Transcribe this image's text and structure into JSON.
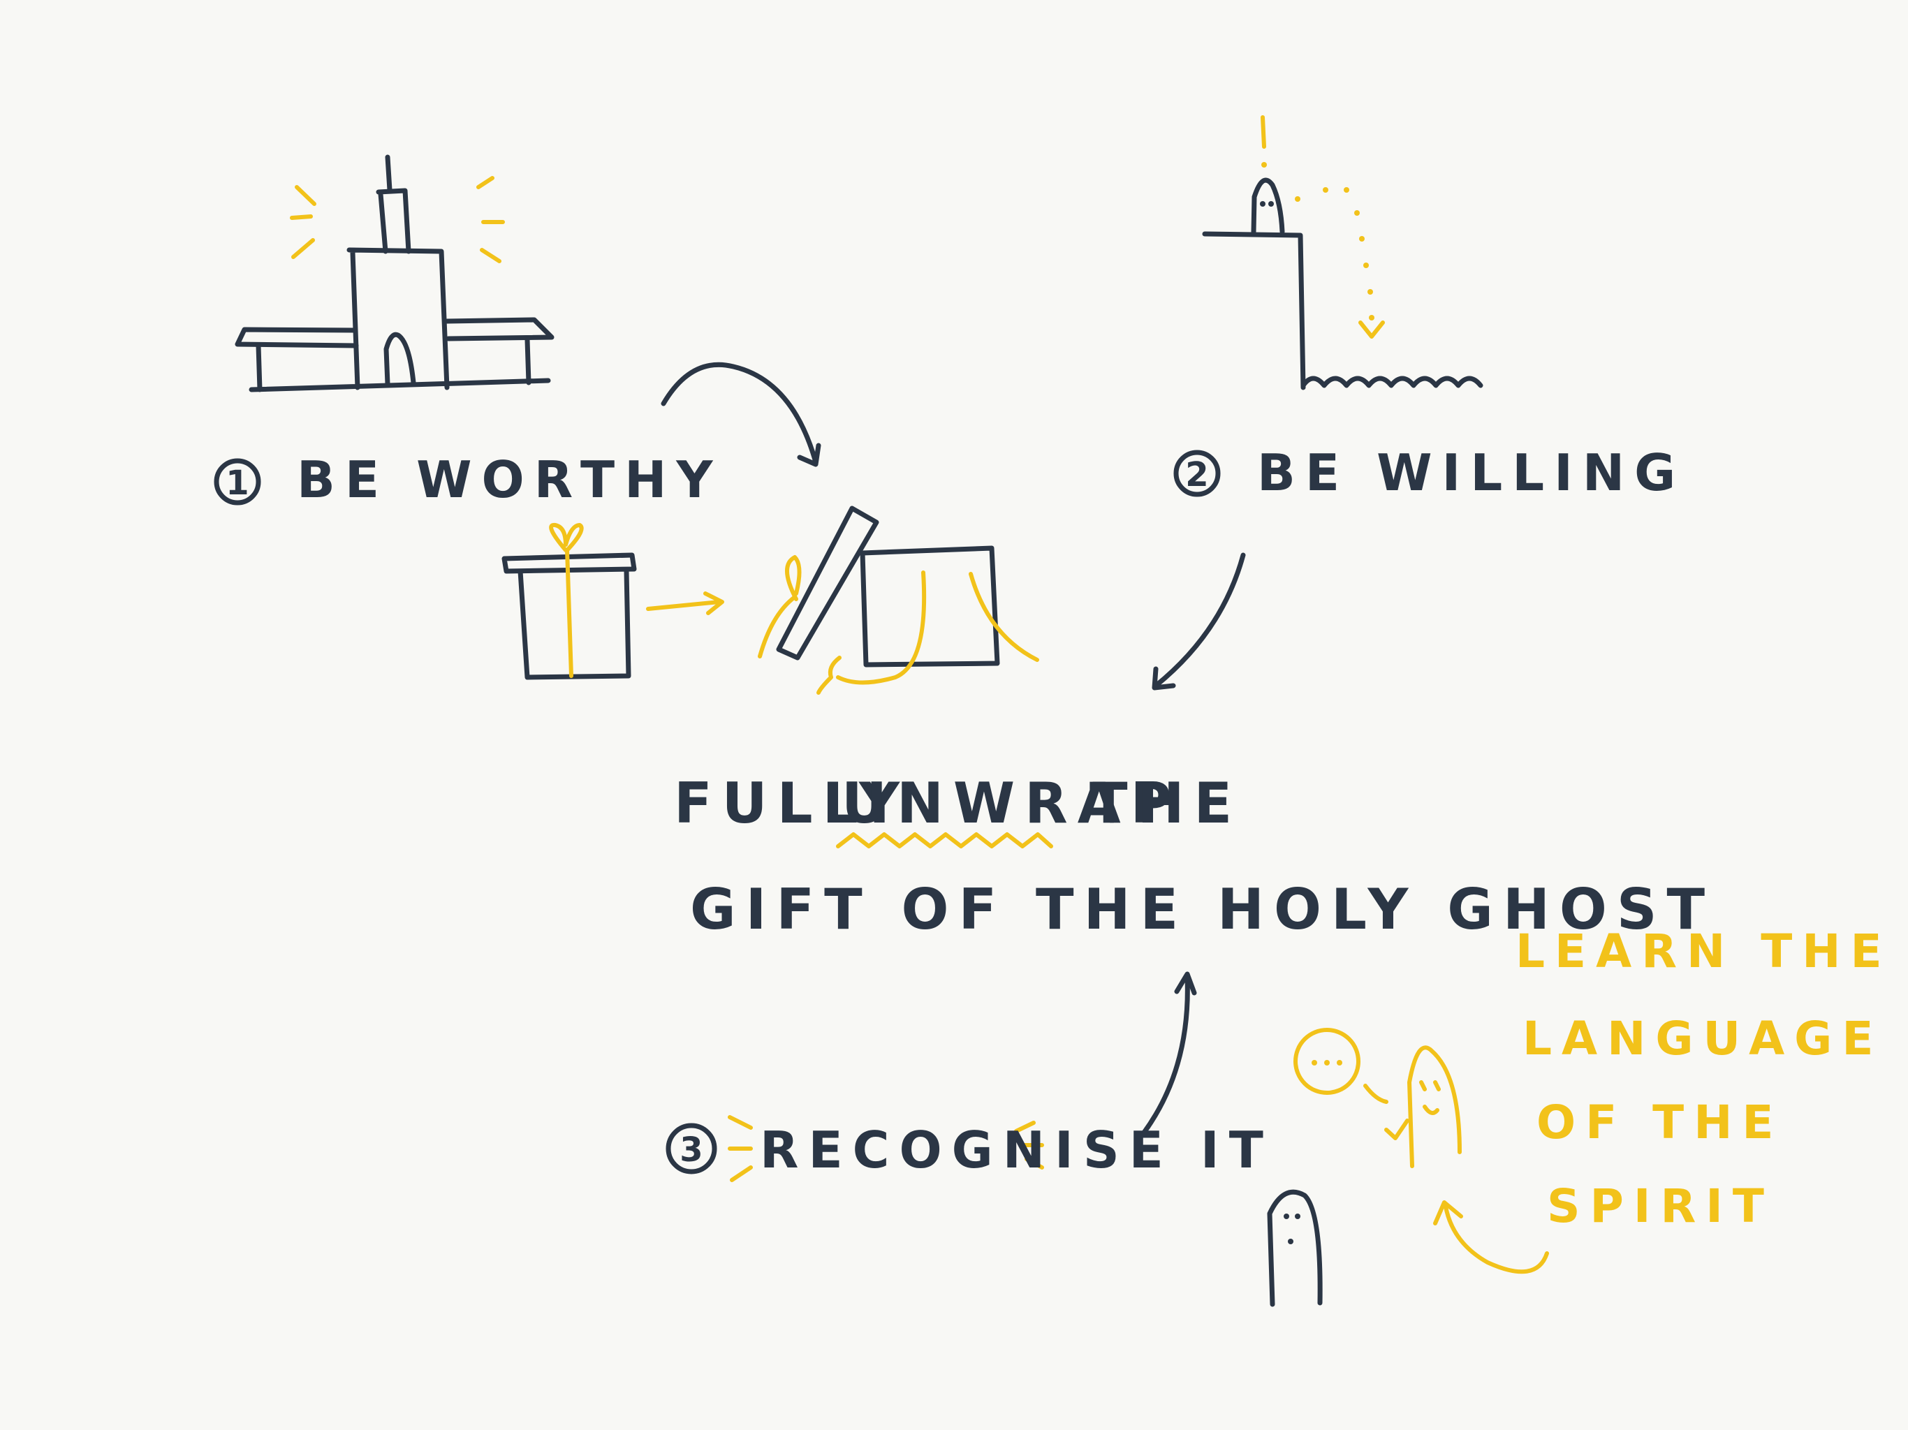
{
  "colors": {
    "ink": "#2b3645",
    "accent": "#f2c21a",
    "background": "#f8f8f5"
  },
  "steps": [
    {
      "number": "1",
      "label": "BE WORTHY"
    },
    {
      "number": "2",
      "label": "BE WILLING"
    },
    {
      "number": "3",
      "label": "RECOGNISE IT"
    }
  ],
  "center": {
    "line1_a": "FULLY",
    "line1_b": "UNWRAP",
    "line1_c": "THE",
    "line2": "GIFT OF THE HOLY GHOST"
  },
  "spirit_note": [
    "LEARN THE",
    "LANGUAGE",
    "OF THE",
    "SPIRIT"
  ],
  "icons": [
    "temple-icon",
    "cliff-jump-icon",
    "wrapped-gift-icon",
    "open-gift-icon",
    "person-icon",
    "thought-bubble-icon"
  ]
}
